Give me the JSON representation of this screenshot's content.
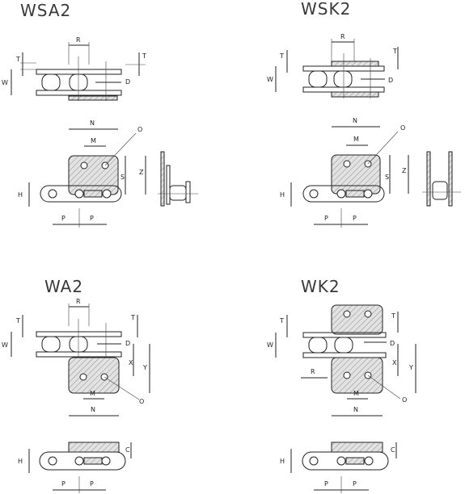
{
  "variants": [
    {
      "id": "wsa2",
      "title": "WSA2"
    },
    {
      "id": "wsk2",
      "title": "WSK2"
    },
    {
      "id": "wa2",
      "title": "WA2"
    },
    {
      "id": "wk2",
      "title": "WK2"
    }
  ],
  "labels": {
    "R": "R",
    "T": "T",
    "W": "W",
    "D": "D",
    "N": "N",
    "M": "M",
    "O": "O",
    "S": "S",
    "Z": "Z",
    "H": "H",
    "P": "P",
    "X": "X",
    "Y": "Y",
    "C": "C"
  },
  "colors": {
    "line": "#222222",
    "fill": "#d6d6d6",
    "title": "#3a3a3a"
  }
}
